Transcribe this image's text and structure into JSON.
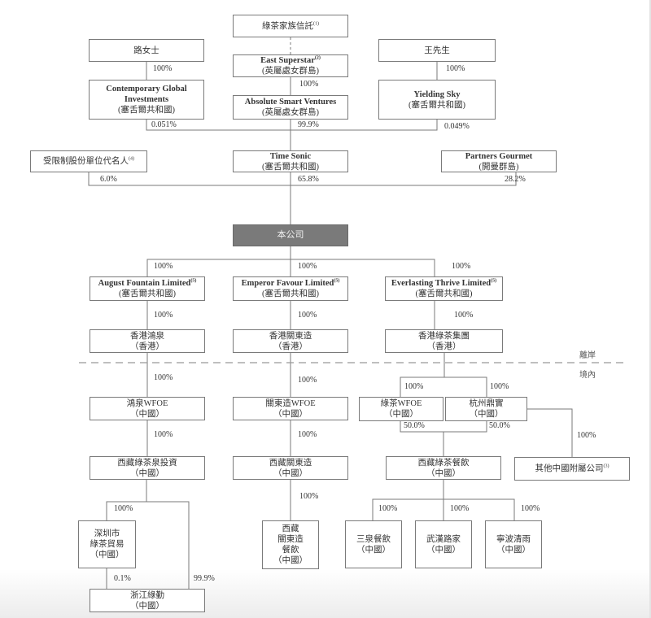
{
  "nodes": {
    "trust": {
      "name": "綠茶家族信託",
      "note": "(1)"
    },
    "ms_lu": {
      "name": "路女士"
    },
    "east_superstar": {
      "name": "East Superstar",
      "note": "(2)",
      "place": "(英屬處女群島)"
    },
    "mr_wang": {
      "name": "王先生"
    },
    "contemporary": {
      "name1": "Contemporary Global",
      "name2": "Investments",
      "place": "(塞舌爾共和國)"
    },
    "absolute": {
      "name": "Absolute Smart Ventures",
      "place": "(英屬處女群島)"
    },
    "yielding": {
      "name": "Yielding Sky",
      "place": "(塞舌爾共和國)"
    },
    "restricted": {
      "name": "受限制股份單位代名人",
      "note": "(4)"
    },
    "time_sonic": {
      "name": "Time Sonic",
      "place": "(塞舌爾共和國)"
    },
    "partners": {
      "name": "Partners Gourmet",
      "place": "(開曼群島)"
    },
    "company": {
      "name": "本公司"
    },
    "august": {
      "name": "August Fountain Limited",
      "note": "(5)",
      "place": "(塞舌爾共和國)"
    },
    "emperor": {
      "name": "Emperor Favour Limited",
      "note": "(5)",
      "place": "(塞舌爾共和國)"
    },
    "everlasting": {
      "name": "Everlasting Thrive Limited",
      "note": "(5)",
      "place": "(塞舌爾共和國)"
    },
    "hk_hongquan": {
      "name": "香港鴻泉",
      "place": "（香港）"
    },
    "hk_guandongzao": {
      "name": "香港關東造",
      "place": "（香港）"
    },
    "hk_greentea": {
      "name": "香港綠茶集團",
      "place": "（香港）"
    },
    "hongquan_wfoe": {
      "name": "鴻泉WFOE",
      "place": "（中國）"
    },
    "guandongzao_wfoe": {
      "name": "關東造WFOE",
      "place": "（中國）"
    },
    "greentea_wfoe": {
      "name": "綠茶WFOE",
      "place": "（中國）"
    },
    "hangzhou": {
      "name": "杭州鼎實",
      "place": "（中國）"
    },
    "tibet_quan": {
      "name": "西藏綠茶泉投資",
      "place": "（中國）"
    },
    "tibet_guandongzao": {
      "name": "西藏關東造",
      "place": "（中國）"
    },
    "tibet_catering": {
      "name": "西藏綠茶餐飲",
      "place": "（中國）"
    },
    "other_prc": {
      "name": "其他中國附屬公司",
      "note": "(3)"
    },
    "shenzhen": {
      "line1": "深圳市",
      "line2": "綠茶貿易",
      "place": "（中國）"
    },
    "tibet_gdz_catering": {
      "line1": "西藏",
      "line2": "關東造",
      "line3": "餐飲",
      "place": "（中國）"
    },
    "sanquan": {
      "name": "三泉餐飲",
      "place": "（中國）"
    },
    "wuhan": {
      "name": "武漢路家",
      "place": "（中國）"
    },
    "ningbo": {
      "name": "寧波清雨",
      "place": "（中國）"
    },
    "zhejiang": {
      "name": "浙江綠勤",
      "place": "（中國）"
    }
  },
  "percentages": {
    "lu_to_contemporary": "100%",
    "east_to_absolute": "100%",
    "wang_to_yielding": "100%",
    "contemporary_to_timesonic": "0.051%",
    "absolute_to_timesonic": "99.9%",
    "yielding_to_timesonic": "0.049%",
    "restricted_to_company": "6.0%",
    "timesonic_to_company": "65.8%",
    "partners_to_company": "28.2%",
    "company_to_august": "100%",
    "company_to_emperor": "100%",
    "company_to_everlasting": "100%",
    "august_to_hk": "100%",
    "emperor_to_hk": "100%",
    "everlasting_to_hk": "100%",
    "hk_to_hongquan_wfoe": "100%",
    "hk_to_guandongzao_wfoe": "100%",
    "hk_to_greentea_wfoe": "100%",
    "hk_to_hangzhou": "100%",
    "hongquan_wfoe_to_tibet": "100%",
    "guandongzao_wfoe_to_tibet": "100%",
    "greentea_wfoe_to_catering": "50.0%",
    "hangzhou_to_catering": "50.0%",
    "hangzhou_to_other": "100%",
    "tibet_quan_to_shenzhen": "100%",
    "tibet_gdz_to_catering": "100%",
    "catering_to_sanquan": "100%",
    "catering_to_wuhan": "100%",
    "catering_to_ningbo": "100%",
    "shenzhen_to_zhejiang": "0.1%",
    "tibet_quan_to_zhejiang": "99.9%"
  },
  "zones": {
    "offshore": "離岸",
    "onshore": "境內"
  }
}
